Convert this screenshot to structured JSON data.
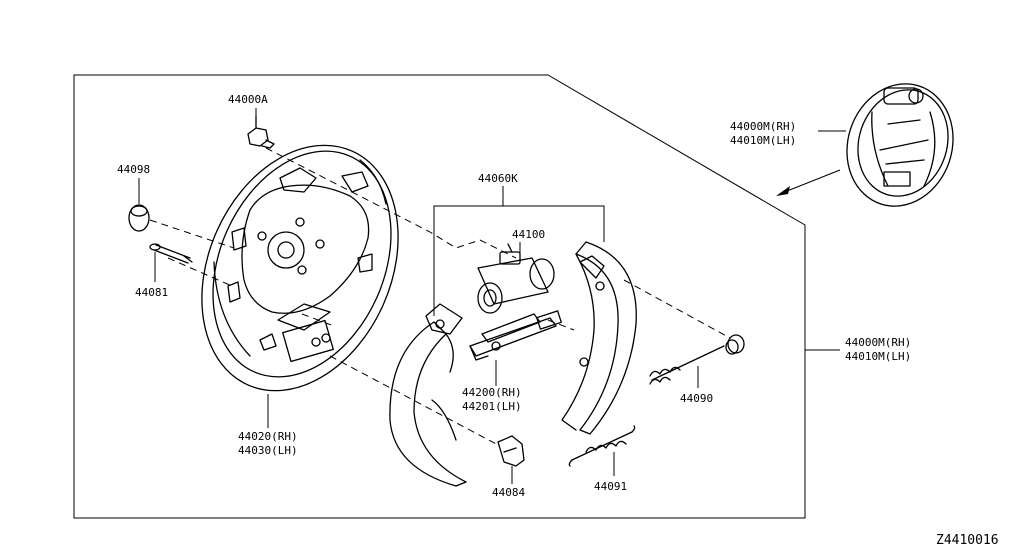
{
  "labels": {
    "p44000A": "44000A",
    "p44098": "44098",
    "p44081": "44081",
    "p44060K": "44060K",
    "p44100": "44100",
    "p44200": "44200(RH)",
    "p44201": "44201(LH)",
    "p44020": "44020(RH)",
    "p44030": "44030(LH)",
    "p44084": "44084",
    "p44091": "44091",
    "p44090": "44090",
    "asm_rh": "44000M(RH)",
    "asm_lh": "44010M(LH)",
    "inset_rh": "44000M(RH)",
    "inset_lh": "44010M(LH)"
  },
  "diagram_ref": "Z4410016"
}
